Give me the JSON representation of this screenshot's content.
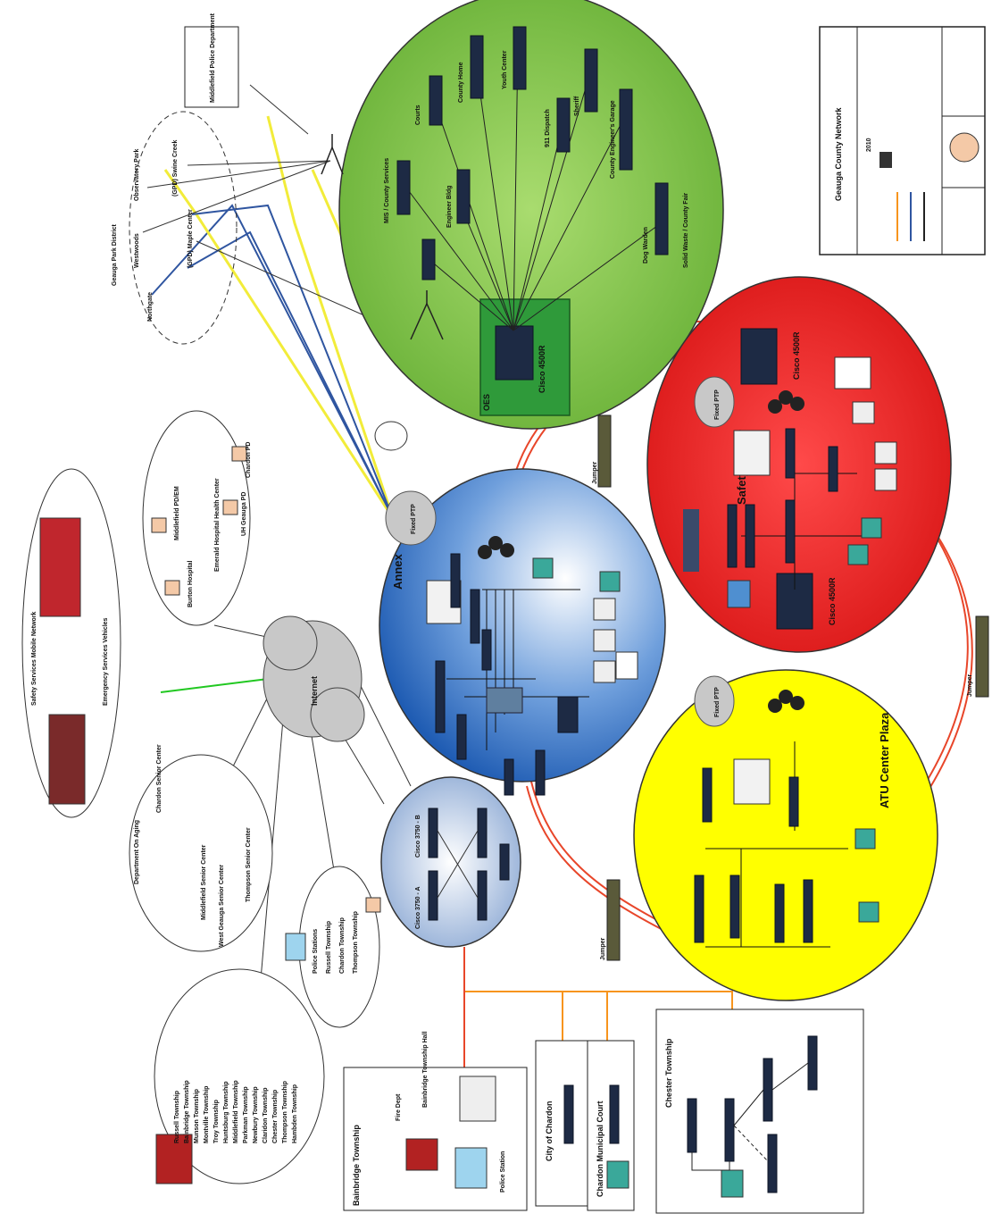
{
  "colors": {
    "green_zone": "#7dc242",
    "blue_zone": "#2f6fc0",
    "red_zone": "#e41e1e",
    "yellow_zone": "#ffff00",
    "hub_zone": "#a9bfe0",
    "wireless": "#f2ec3a",
    "orange_link": "#f7941d",
    "red_link": "#e8462a",
    "cloud": "#c8c8c8"
  },
  "legend": {
    "title": "Geauga County Network",
    "subtitle": "2010"
  },
  "green_zone": {
    "hub_label": "OES",
    "router_label": "Cisco 4500R",
    "sites": [
      "MIS / County Services",
      "Engineer Bldg",
      "Courts",
      "County Home",
      "Youth Center",
      "911 Dispatch",
      "Sheriff",
      "County Engineer's Garage",
      "Dog Warden",
      "Solid Waste / County Fair"
    ]
  },
  "blue_zone": {
    "label": "Annex",
    "ptp": "Fixed PTP"
  },
  "red_zone": {
    "label": "Safety Center",
    "router_label": "Cisco 4500R",
    "ptp": "Fixed PTP"
  },
  "yellow_zone": {
    "label": "ATU Center Plaza",
    "ptp": "Fixed PTP"
  },
  "hub_zone": {
    "left": "Cisco 3750 - B",
    "right": "Cisco 3750 - A"
  },
  "internet": {
    "label": "Internet"
  },
  "jumpers": [
    "Jumper",
    "Jumper",
    "Jumper"
  ],
  "wireless_sites": {
    "district": "Geauga Park District",
    "sites": [
      "Observatory Park",
      "Westwoods",
      "Northgate",
      "(GPD) Swine Creek",
      "(GPD) Maple Center"
    ]
  },
  "middlefield": "Middlefield Police Department",
  "mobile_cloud": {
    "title": "Safety Services Mobile Network",
    "note": "Emergency Services Vehicles"
  },
  "hospital_cloud": {
    "title": "Emerald Hospital Health Center",
    "items": [
      "Middlefield PD/EM",
      "Burton Hospital",
      "Chardon PD",
      "UH Geauga PD"
    ]
  },
  "aging_cloud": {
    "title": "Department On Aging",
    "items": [
      "Chardon Senior Center",
      "Middlefield Senior Center",
      "West Geauga Senior Center",
      "Thompson Senior Center"
    ]
  },
  "townships": [
    "Russell Township",
    "Bainbridge Township",
    "Munson Township",
    "Montville Township",
    "Troy Township",
    "Huntsburg Township",
    "Middlefield Township",
    "Parkman Township",
    "Newbury Township",
    "Claridon Township",
    "Chester Township",
    "Thompson Township",
    "Hambden Township"
  ],
  "police_cloud": {
    "title": "Police Stations",
    "items": [
      "Russell Township",
      "Chardon Township",
      "Thompson Township"
    ]
  },
  "boxes": {
    "bainbridge": {
      "title": "Bainbridge Township",
      "items": [
        "Fire Dept",
        "Police Station",
        "Bainbridge Township Hall"
      ]
    },
    "city_chardon": "City of Chardon",
    "chardon_court": "Chardon Municipal Court",
    "chester": "Chester Township"
  }
}
